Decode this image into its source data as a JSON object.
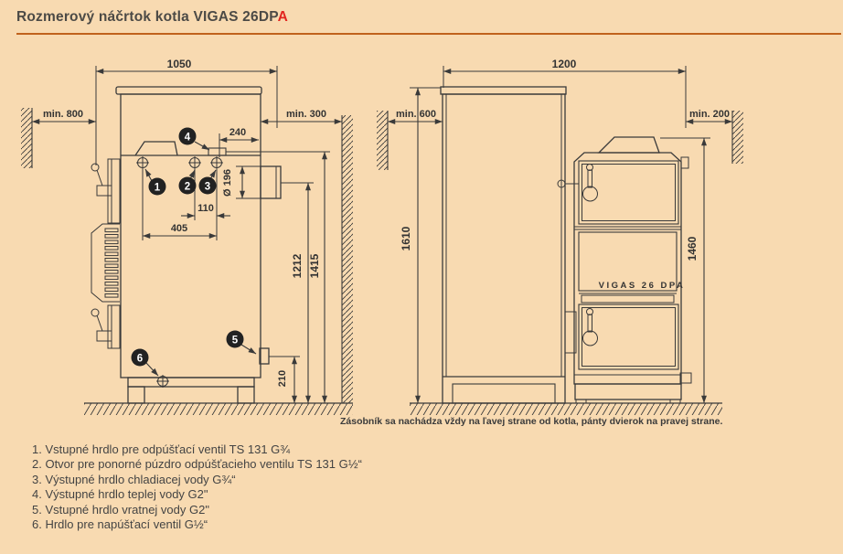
{
  "page": {
    "background_color": "#f8dab1",
    "rule_color": "#c0621c",
    "line_color": "#3a3a3a"
  },
  "header": {
    "title_main": "Rozmerový náčrtok kotla VIGAS 26DP",
    "title_accent": "A",
    "accent_color": "#e2251f"
  },
  "side_view": {
    "dim_total_depth": "1050",
    "dim_clearance_left": "min. 800",
    "dim_clearance_right": "min. 300",
    "dim_flue_offset": "240",
    "dim_flue_diameter": "Ø 196",
    "dim_hole_spacing_small": "110",
    "dim_hole_spacing_large": "405",
    "dim_flue_axis_height": "1212",
    "dim_top_height": "1415",
    "dim_return_height": "210",
    "callouts": [
      "1",
      "2",
      "3",
      "4",
      "5",
      "6"
    ]
  },
  "front_view": {
    "dim_total_width": "1200",
    "dim_clearance_left": "min. 600",
    "dim_clearance_right": "min. 200",
    "dim_tank_height": "1610",
    "dim_boiler_height": "1460",
    "boiler_label": "VIGAS 26 DPA"
  },
  "caption": "Zásobník sa nachádza vždy na ľavej strane od kotla, pánty dvierok na pravej strane.",
  "legend": {
    "items": [
      "1. Vstupné hrdlo pre odpúšťací ventil TS 131 G¾",
      "2. Otvor pre ponorné púzdro odpúšťacieho ventilu TS 131 G½“",
      "3. Výstupné hrdlo chladiacej vody G¾“",
      "4. Výstupné hrdlo teplej vody G2\"",
      "5. Vstupné hrdlo vratnej vody G2\"",
      "6. Hrdlo pre napúšťací ventil G½“"
    ]
  }
}
